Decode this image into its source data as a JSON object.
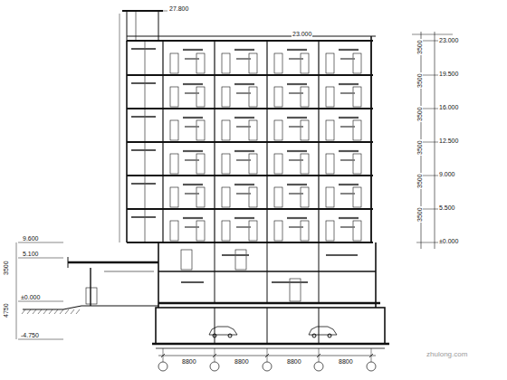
{
  "diagram": {
    "labels": [
      "27.800",
      "23.000",
      "23.000",
      "19.500",
      "16.000",
      "12.500",
      "9.000",
      "5.500",
      "±0.000",
      "3500",
      "3500",
      "3500",
      "3500",
      "3500",
      "3500",
      "9.600",
      "5.100",
      "±0.000",
      "-4.750",
      "4750",
      "3500",
      "8800",
      "8800",
      "8800",
      "8800",
      "zhulong.com"
    ]
  }
}
